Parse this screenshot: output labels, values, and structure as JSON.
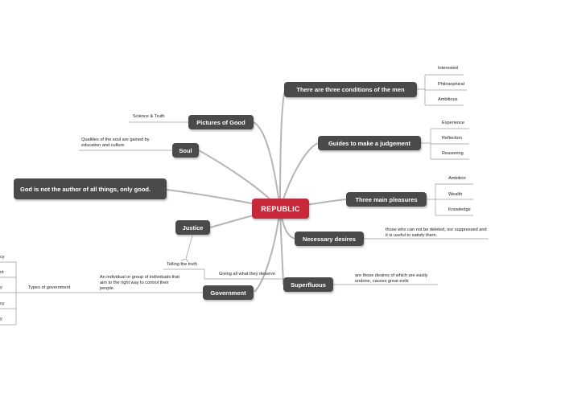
{
  "center": {
    "label": "REPUBLIC"
  },
  "topics": {
    "conditions": "There are three conditions of the men",
    "pictures": "Pictures of Good",
    "soul": "Soul",
    "guides": "Guides to make a judgement",
    "not_author": "God is not the author of all things, only good.",
    "pleasures": "Three main pleasures",
    "justice": "Justice",
    "necessary": "Necessary desires",
    "superfluous": "Superfluous",
    "government": "Government"
  },
  "leaves": {
    "conditions": [
      "Interested",
      "Philosophical",
      "Ambitious"
    ],
    "pictures": [
      "Science & Truth"
    ],
    "soul": [
      "Qualities of the soul are gained by education and culture"
    ],
    "guides": [
      "Experience",
      "Reflection",
      "Reasoning"
    ],
    "pleasures": [
      "Ambition",
      "Wealth",
      "Knowledge"
    ],
    "justice": [
      "Telling the truth",
      "Giving all what they deserve"
    ],
    "necessary": [
      "those who can not be deleted, nor suppressed and it is useful to satisfy them."
    ],
    "superfluous": [
      "are those desires of which are easily undone, causes great evils"
    ],
    "government": [
      "An individual or group of individuals that aim to the right way to control their people.",
      "Types of government"
    ],
    "gov_types_cut": [
      "cy",
      "nt",
      "y",
      "cy",
      "y"
    ]
  },
  "colors": {
    "center": "#c8283a",
    "topic": "#4a4a4a",
    "link": "#b0b0b0",
    "leaf_line": "#9a9a9a"
  }
}
